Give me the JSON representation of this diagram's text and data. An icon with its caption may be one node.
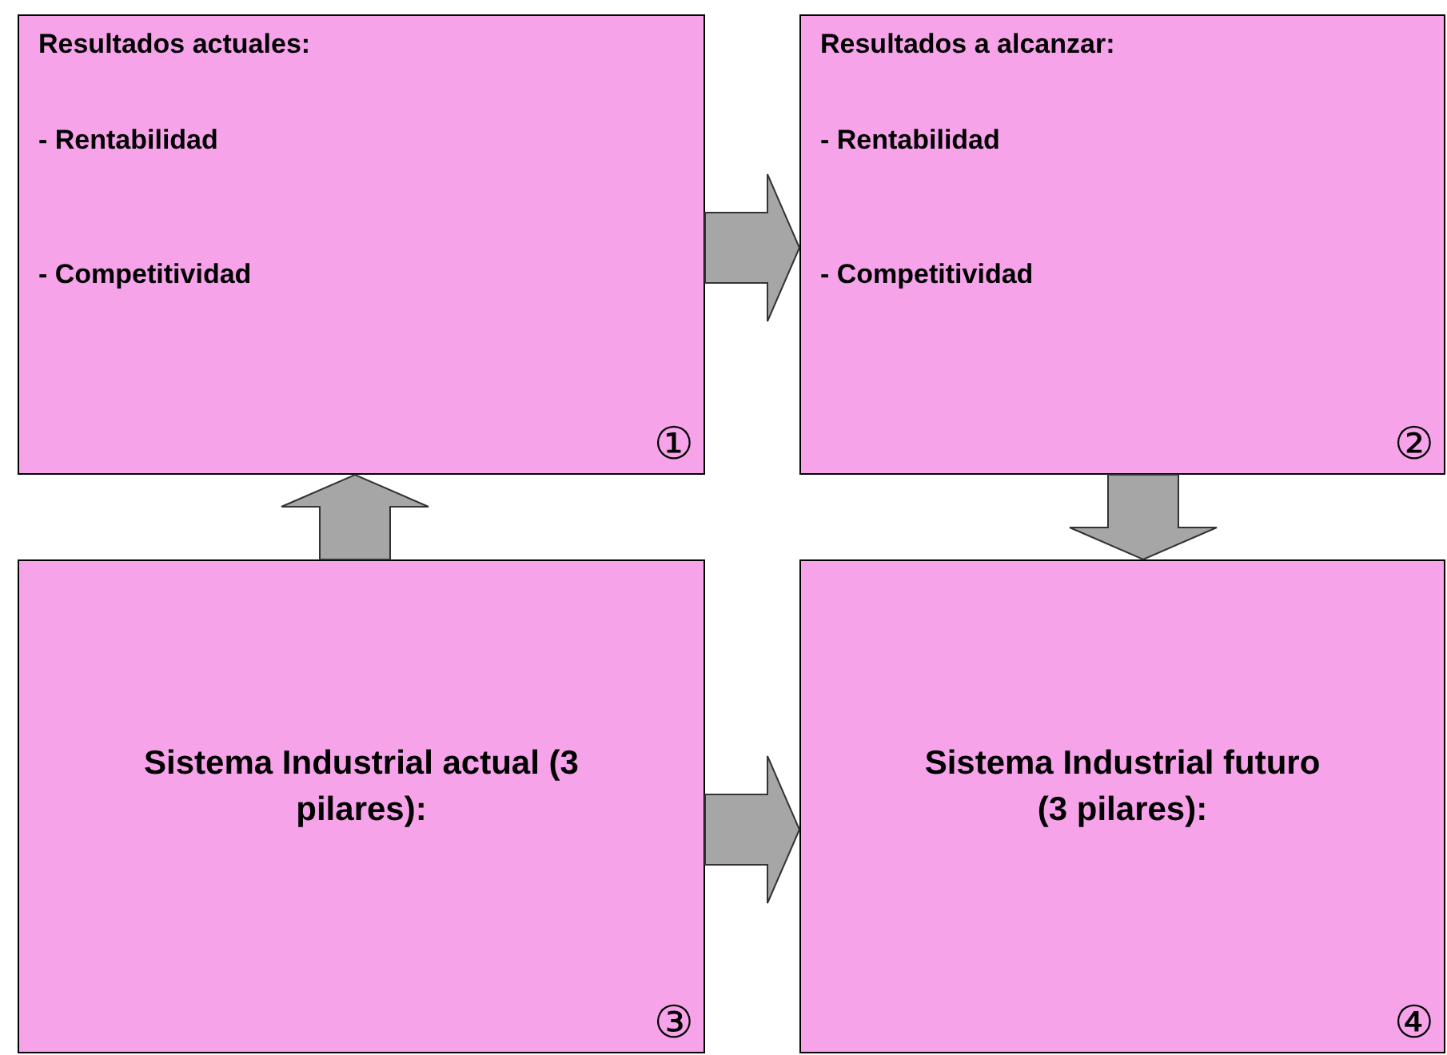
{
  "diagram": {
    "nodes": [
      {
        "text": [
          "Resultados actuales:",
          "- Rentabilidad",
          "- Competitividad",
          "①"
        ]
      },
      {
        "text": [
          "Resultados a alcanzar:",
          "- Rentabilidad",
          "- Competitividad",
          "②"
        ]
      },
      {
        "text": [
          "Sistema Industrial actual (3 pilares):",
          "③"
        ]
      },
      {
        "text": [
          "Sistema Industrial futuro (3 pilares):",
          "④"
        ]
      }
    ],
    "edges": [
      {
        "from": 0,
        "to": 1,
        "arrow": "to"
      },
      {
        "from": 2,
        "to": 0,
        "arrow": "to"
      },
      {
        "from": 1,
        "to": 3,
        "arrow": "to"
      },
      {
        "from": 2,
        "to": 3,
        "arrow": "to"
      }
    ]
  }
}
